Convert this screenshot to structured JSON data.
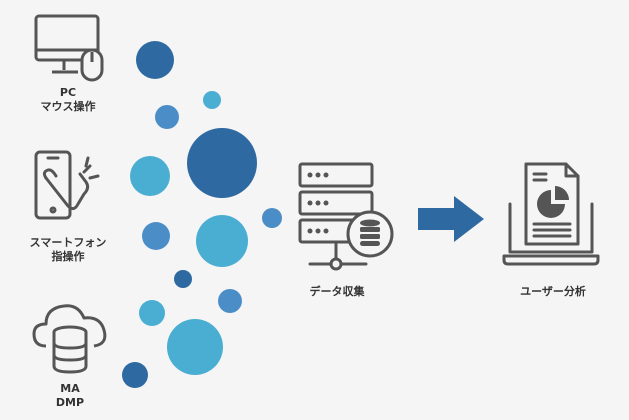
{
  "sources": {
    "pc": {
      "line1": "PC",
      "line2": "マウス操作",
      "icon": "desktop-mouse-icon"
    },
    "smartphone": {
      "line1": "スマートフォン",
      "line2": "指操作",
      "icon": "smartphone-touch-icon"
    },
    "ma": {
      "line1": "MA",
      "line2": "DMP",
      "icon": "cloud-database-icon"
    }
  },
  "collection": {
    "label": "データ収集",
    "icon": "server-database-icon"
  },
  "arrow": {
    "icon": "right-arrow-icon"
  },
  "analysis": {
    "label": "ユーザー分析",
    "icon": "laptop-report-icon"
  },
  "colors": {
    "dark": "#2e6aa1",
    "mid": "#4b8ec7",
    "light": "#4aaed3",
    "line": "#555555",
    "background": "#f5f5f5"
  }
}
